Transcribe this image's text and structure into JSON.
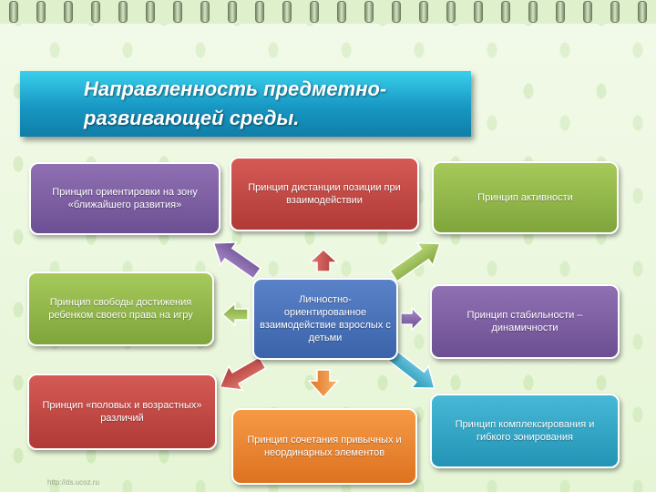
{
  "title": "Направленность предметно-\nразвивающей среды.",
  "center": "Личностно-ориентированное взаимодействие взрослых с детьми",
  "boxes": {
    "top_left": "Принцип ориентировки на зону «ближайшего развития»",
    "top_center": "Принцип дистанции позиции при взаимодействии",
    "top_right": "Принцип активности",
    "mid_left": "Принцип свободы достижения ребенком своего права на игру",
    "mid_right": "Принцип стабильности – динамичности",
    "bottom_left": "Принцип «половых и возрастных» различий",
    "bottom_center": "Принцип сочетания привычных и неординарных элементов",
    "bottom_right": "Принцип комплексирования и гибкого зонирования"
  },
  "watermark": "http://ds.ucoz.ru"
}
